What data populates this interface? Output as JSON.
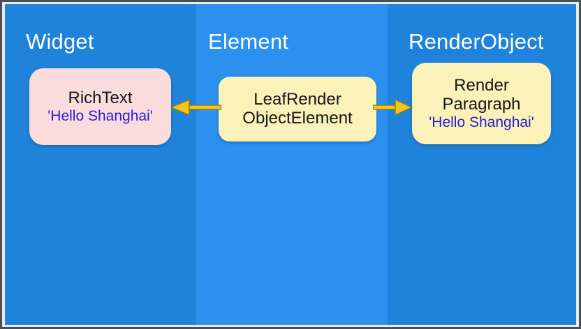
{
  "diagram": {
    "title_bar": null,
    "columns": [
      {
        "id": "widget",
        "title": "Widget",
        "background_color": "#1f83db",
        "node": {
          "name": "RichText",
          "lines": [
            "RichText"
          ],
          "sub_label": "'Hello Shanghai'",
          "fill_color": "#fadcdc",
          "text_color": "#16181b",
          "sub_color": "#2a1ad6"
        }
      },
      {
        "id": "element",
        "title": "Element",
        "background_color": "#2b90ee",
        "node": {
          "name": "LeafRenderObjectElement",
          "lines": [
            "LeafRender",
            "ObjectElement"
          ],
          "sub_label": null,
          "fill_color": "#faf2b8",
          "text_color": "#16181b",
          "sub_color": "#2a1ad6"
        }
      },
      {
        "id": "renderobject",
        "title": "RenderObject",
        "background_color": "#1f83db",
        "node": {
          "name": "RenderParagraph",
          "lines": [
            "Render",
            "Paragraph"
          ],
          "sub_label": "'Hello Shanghai'",
          "fill_color": "#faf2b8",
          "text_color": "#16181b",
          "sub_color": "#2a1ad6"
        }
      }
    ],
    "arrows": [
      {
        "id": "element-to-widget",
        "direction": "left",
        "from": "LeafRenderObjectElement",
        "to": "RichText",
        "color": "#f5c517",
        "outline_color": "#8a7a20"
      },
      {
        "id": "element-to-renderobject",
        "direction": "right",
        "from": "LeafRenderObjectElement",
        "to": "RenderParagraph",
        "color": "#f5c517",
        "outline_color": "#8a7a20"
      }
    ],
    "frame_color": "#4a4f57"
  }
}
